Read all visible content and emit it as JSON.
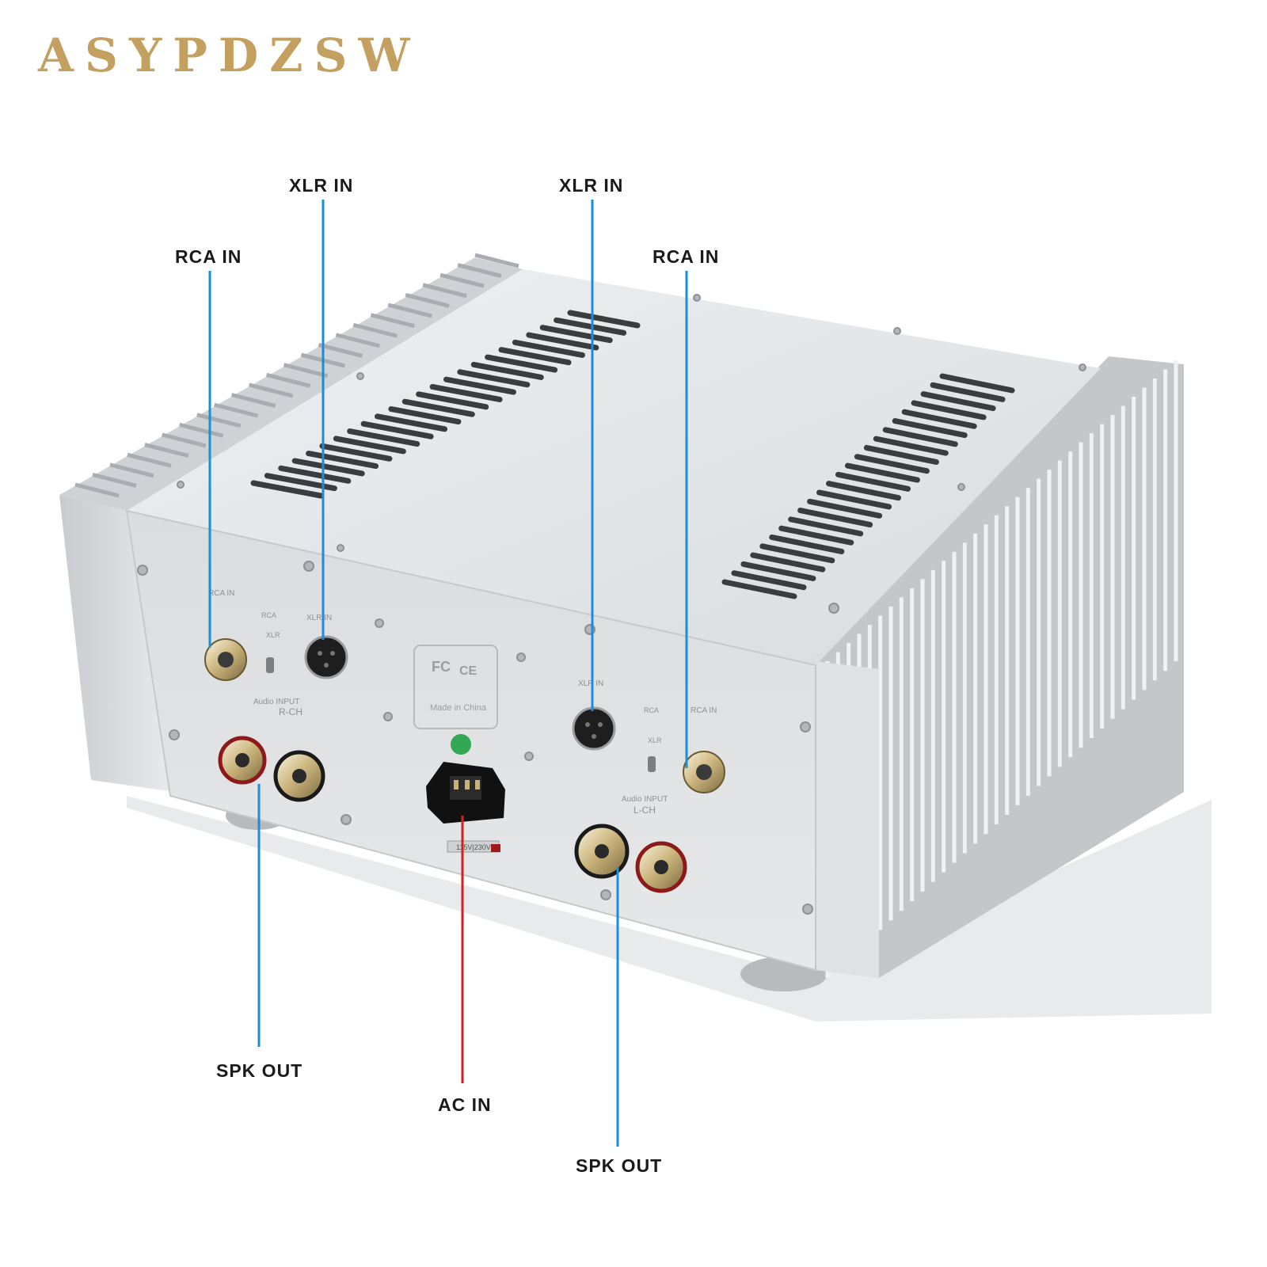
{
  "brand": {
    "name": "ASYPDZSW",
    "color": "#c4a060"
  },
  "callouts": {
    "rca_in_right_ch": "RCA  IN",
    "xlr_in_right_ch": "XLR  IN",
    "xlr_in_left_ch": "XLR  IN",
    "rca_in_left_ch": "RCA  IN",
    "spk_out_right_ch": "SPK OUT",
    "ac_in": "AC IN",
    "spk_out_left_ch": "SPK OUT"
  },
  "panel_labels": {
    "r_rca": "RCA IN",
    "r_switch_top": "RCA",
    "r_switch_bottom": "XLR",
    "r_xlr": "XLR IN",
    "r_group": "Audio INPUT",
    "r_channel": "R-CH",
    "l_xlr": "XLR IN",
    "l_switch_top": "RCA",
    "l_switch_bottom": "XLR",
    "l_rca": "RCA IN",
    "l_group": "Audio INPUT",
    "l_channel": "L-CH",
    "cert_fc": "FC",
    "cert_ce": "CE",
    "cert_origin": "Made in China",
    "voltage": "115V|230V"
  },
  "colors": {
    "line_blue": "#1a8fd6",
    "line_red": "#d42020"
  }
}
